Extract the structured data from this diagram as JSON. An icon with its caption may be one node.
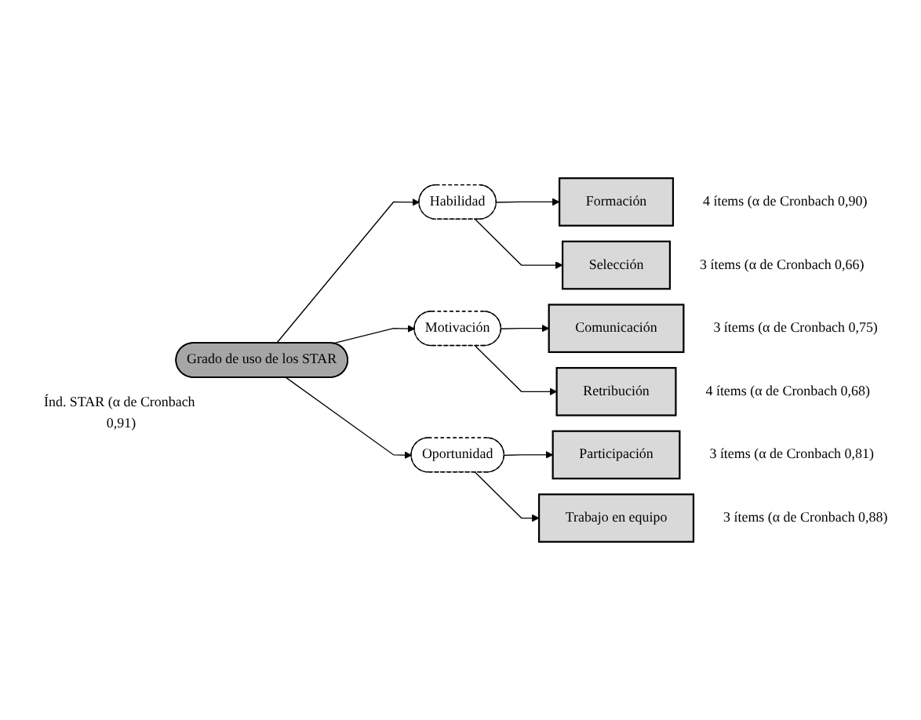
{
  "diagram": {
    "nodes": [
      {
        "text": [
          "Grado de uso de los STAR"
        ],
        "beside": [
          "Índ. STAR (α de Cronbach 0,91)"
        ]
      },
      {
        "text": [
          "Habilidad"
        ]
      },
      {
        "text": [
          "Motivación"
        ]
      },
      {
        "text": [
          "Oportunidad"
        ]
      },
      {
        "text": [
          "Formación"
        ],
        "beside": [
          "4 ítems (α de Cronbach 0,90)"
        ]
      },
      {
        "text": [
          "Selección"
        ],
        "beside": [
          "3 ítems (α de Cronbach 0,66)"
        ]
      },
      {
        "text": [
          "Comunicación"
        ],
        "beside": [
          "3 ítems (α de Cronbach 0,75)"
        ]
      },
      {
        "text": [
          "Retribución"
        ],
        "beside": [
          "4 ítems (α de Cronbach 0,68)"
        ]
      },
      {
        "text": [
          "Participación"
        ],
        "beside": [
          "3 ítems (α de Cronbach 0,81)"
        ]
      },
      {
        "text": [
          "Trabajo en equipo"
        ],
        "beside": [
          "3 ítems (α de Cronbach 0,88)"
        ]
      }
    ],
    "edges": [
      {
        "from": 0,
        "to": 1,
        "arrow": "to"
      },
      {
        "from": 0,
        "to": 2,
        "arrow": "to"
      },
      {
        "from": 0,
        "to": 3,
        "arrow": "to"
      },
      {
        "from": 1,
        "to": 4,
        "arrow": "to"
      },
      {
        "from": 1,
        "to": 5,
        "arrow": "to"
      },
      {
        "from": 2,
        "to": 6,
        "arrow": "to"
      },
      {
        "from": 2,
        "to": 7,
        "arrow": "to"
      },
      {
        "from": 3,
        "to": 8,
        "arrow": "to"
      },
      {
        "from": 3,
        "to": 9,
        "arrow": "to"
      }
    ]
  }
}
